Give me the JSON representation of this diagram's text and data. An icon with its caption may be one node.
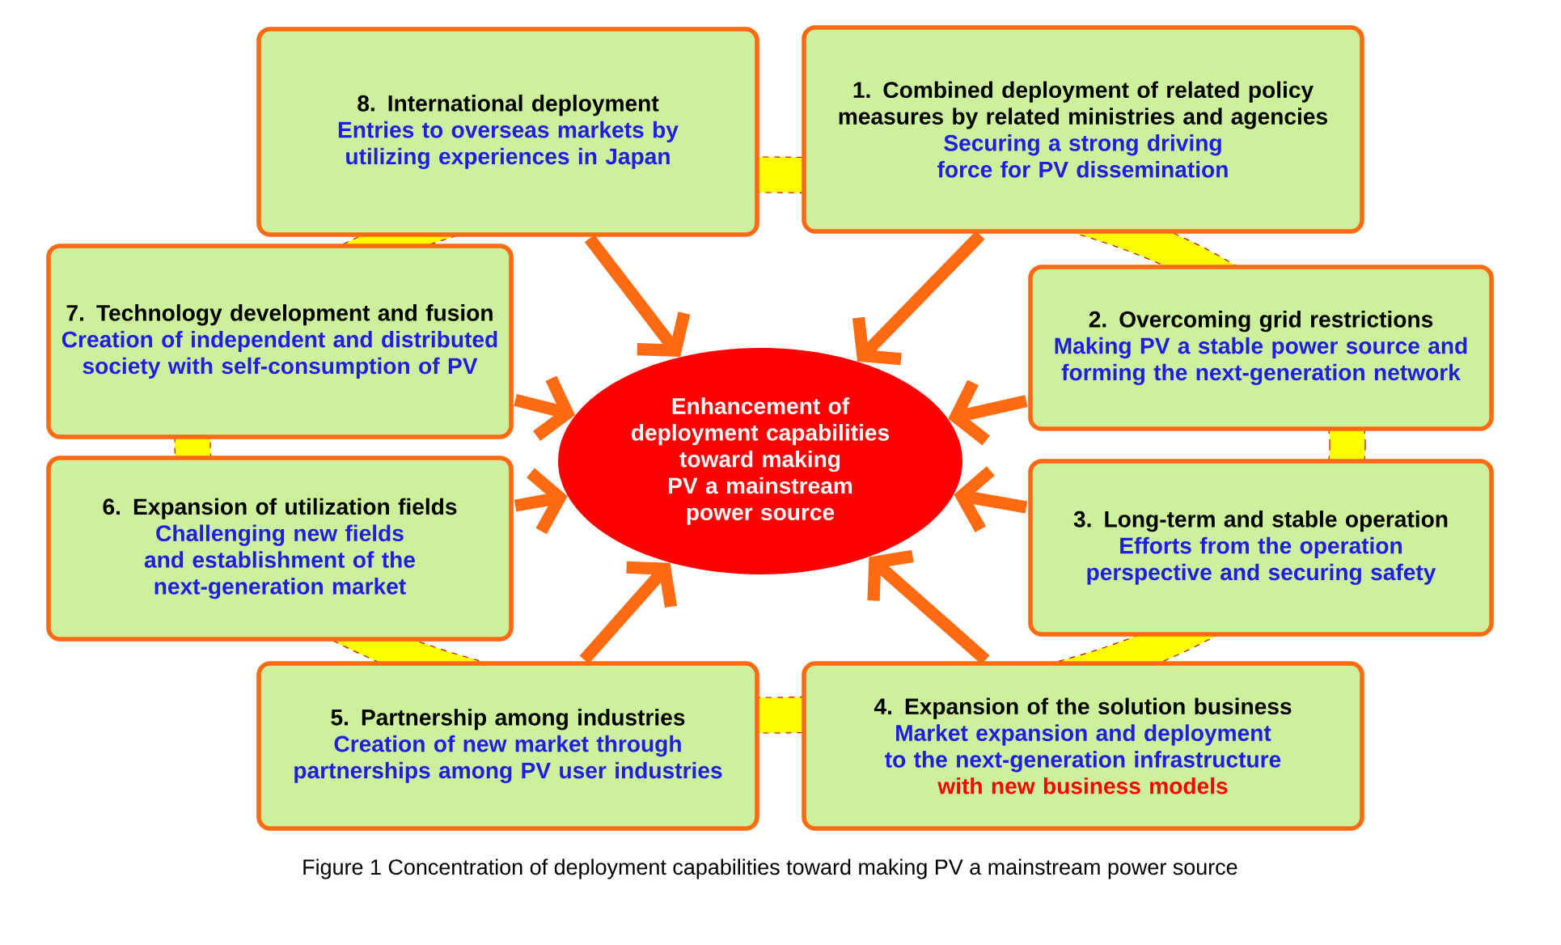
{
  "diagram": {
    "caption": "Figure 1 Concentration of deployment capabilities toward making PV a mainstream power source",
    "nodes": [
      {
        "text": [
          "8. International deployment",
          "Entries to overseas markets by utilizing experiences in Japan"
        ]
      },
      {
        "text": [
          "1. Combined deployment of related policy measures by related ministries and agencies",
          "Securing a strong driving force for PV dissemination"
        ]
      },
      {
        "text": [
          "7. Technology development and fusion",
          "Creation of independent and distributed society with self-consumption of PV"
        ]
      },
      {
        "text": [
          "2. Overcoming grid restrictions",
          "Making PV a stable power source and forming the next-generation network"
        ]
      },
      {
        "text": [
          "Enhancement of deployment capabilities toward making PV a mainstream power source"
        ]
      },
      {
        "text": [
          "6. Expansion of utilization fields",
          "Challenging new fields and establishment of the next-generation market"
        ]
      },
      {
        "text": [
          "3. Long-term and stable operation",
          "Efforts from the operation perspective and securing safety"
        ]
      },
      {
        "text": [
          "5. Partnership among industries",
          "Creation of new market through partnerships among PV user industries"
        ]
      },
      {
        "text": [
          "4. Expansion of the solution business",
          "Market expansion and deployment to the next-generation infrastructure",
          "with new business models"
        ]
      }
    ],
    "edges": [
      {
        "from": 0,
        "to": 4,
        "arrow": "to"
      },
      {
        "from": 1,
        "to": 4,
        "arrow": "to"
      },
      {
        "from": 2,
        "to": 4,
        "arrow": "to"
      },
      {
        "from": 3,
        "to": 4,
        "arrow": "to"
      },
      {
        "from": 5,
        "to": 4,
        "arrow": "to"
      },
      {
        "from": 6,
        "to": 4,
        "arrow": "to"
      },
      {
        "from": 7,
        "to": 4,
        "arrow": "to"
      },
      {
        "from": 8,
        "to": 4,
        "arrow": "to"
      }
    ]
  }
}
